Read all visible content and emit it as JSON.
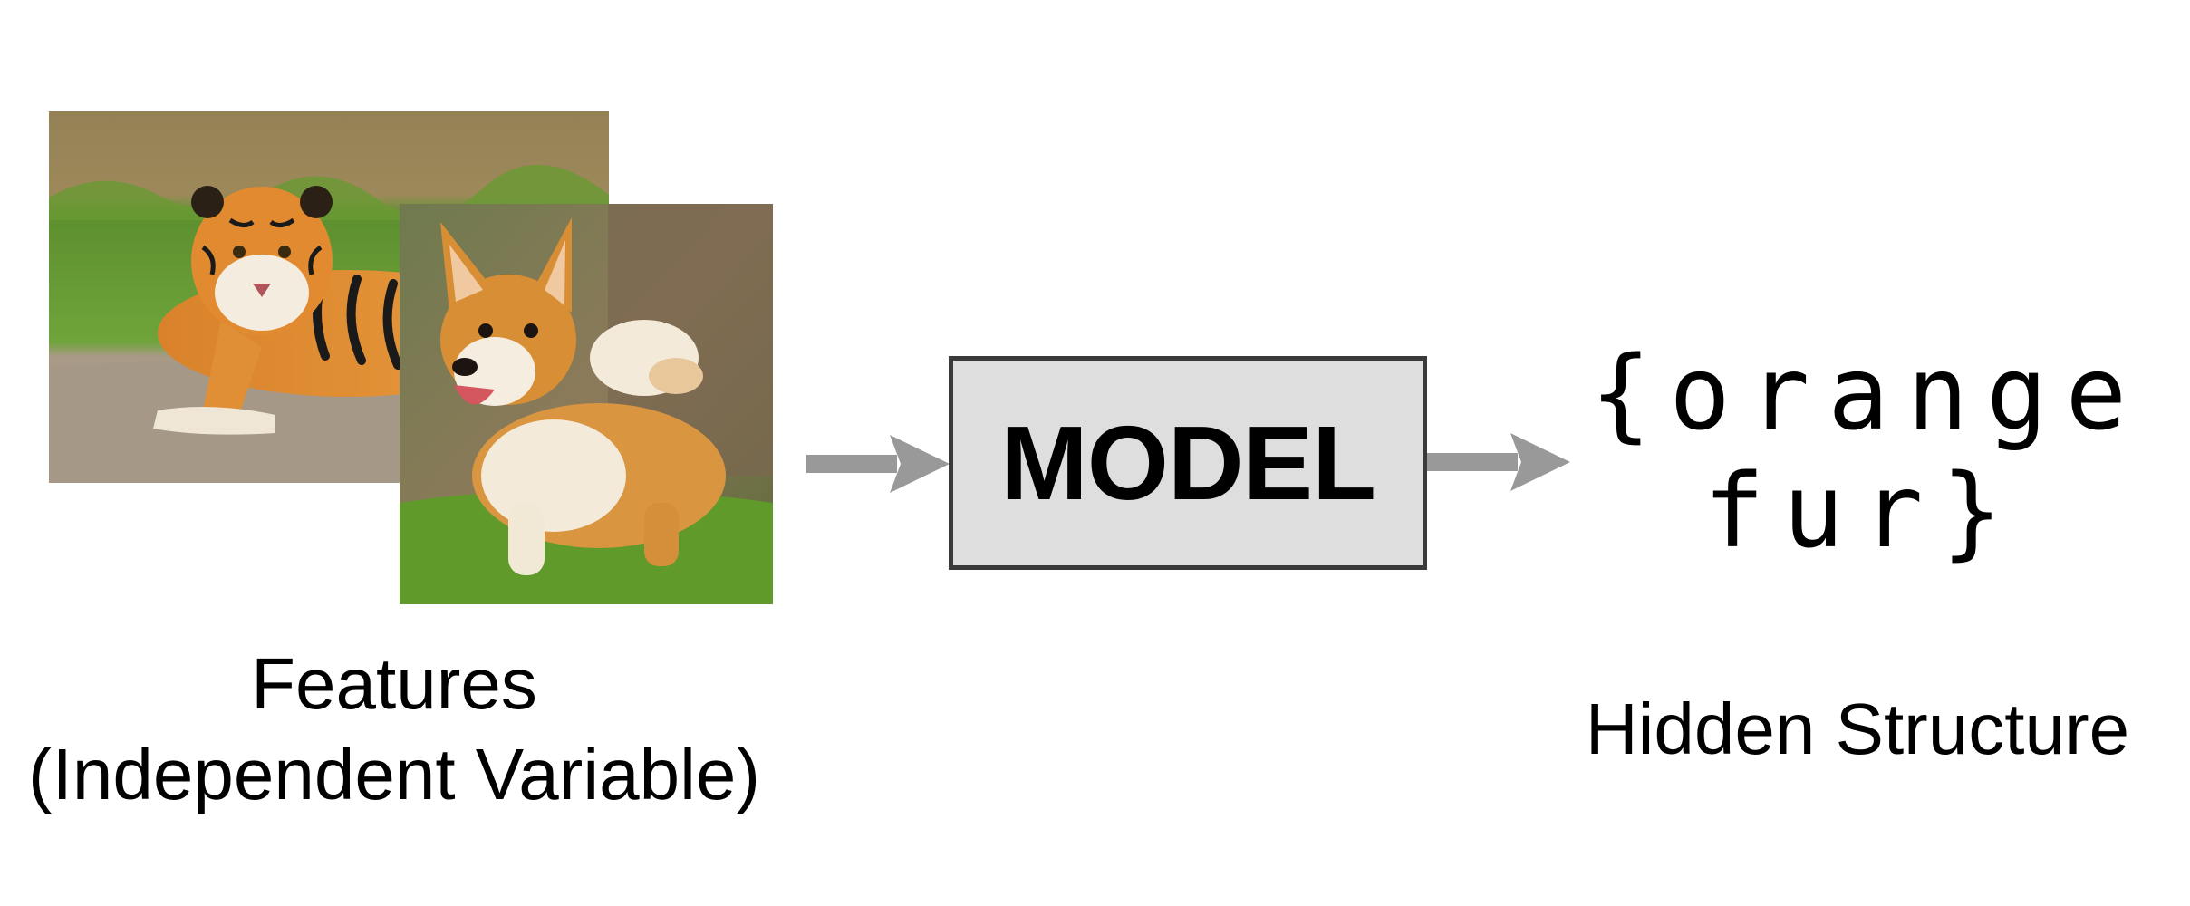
{
  "input": {
    "images": [
      "tiger-photo",
      "corgi-photo"
    ],
    "caption_line1": "Features",
    "caption_line2": "(Independent Variable)"
  },
  "model": {
    "label": "MODEL"
  },
  "output": {
    "line1": "{orange",
    "line2": "fur}",
    "caption": "Hidden Structure"
  },
  "colors": {
    "arrow": "#999999",
    "model_fill": "#dedede",
    "model_border": "#3a3a3a"
  }
}
